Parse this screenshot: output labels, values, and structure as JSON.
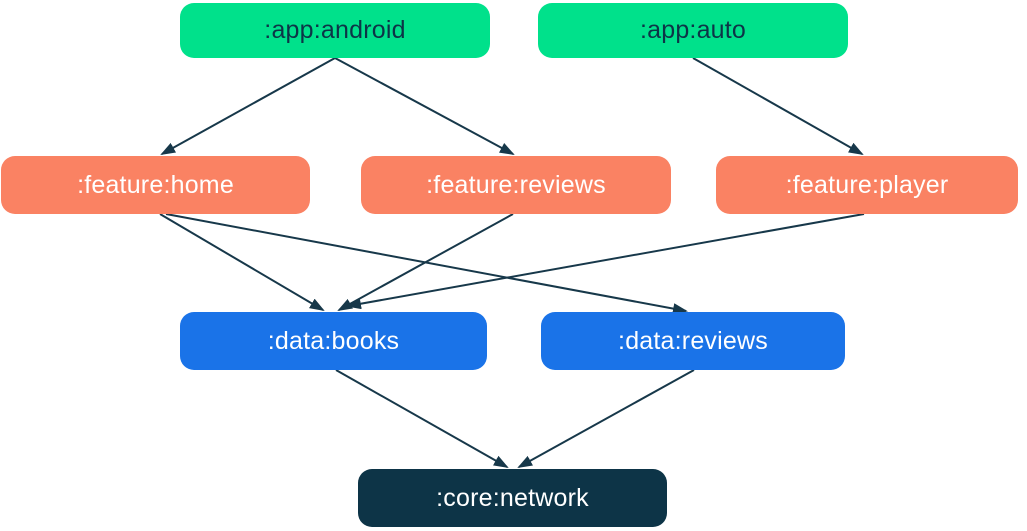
{
  "diagram": {
    "type": "module-dependency-graph",
    "nodes": [
      {
        "id": "app-android",
        "label": ":app:android",
        "group": "app",
        "fill": "#00e18b",
        "text_color": "#0d3447"
      },
      {
        "id": "app-auto",
        "label": ":app:auto",
        "group": "app",
        "fill": "#00e18b",
        "text_color": "#0d3447"
      },
      {
        "id": "feature-home",
        "label": ":feature:home",
        "group": "feature",
        "fill": "#fa8263",
        "text_color": "#ffffff"
      },
      {
        "id": "feature-reviews",
        "label": ":feature:reviews",
        "group": "feature",
        "fill": "#fa8263",
        "text_color": "#ffffff"
      },
      {
        "id": "feature-player",
        "label": ":feature:player",
        "group": "feature",
        "fill": "#fa8263",
        "text_color": "#ffffff"
      },
      {
        "id": "data-books",
        "label": ":data:books",
        "group": "data",
        "fill": "#1a73e8",
        "text_color": "#ffffff"
      },
      {
        "id": "data-reviews",
        "label": ":data:reviews",
        "group": "data",
        "fill": "#1a73e8",
        "text_color": "#ffffff"
      },
      {
        "id": "core-network",
        "label": ":core:network",
        "group": "core",
        "fill": "#0d3447",
        "text_color": "#ffffff"
      }
    ],
    "edges": [
      {
        "from": "app-android",
        "to": "feature-home"
      },
      {
        "from": "app-android",
        "to": "feature-reviews"
      },
      {
        "from": "app-auto",
        "to": "feature-player"
      },
      {
        "from": "feature-home",
        "to": "data-books"
      },
      {
        "from": "feature-home",
        "to": "data-reviews"
      },
      {
        "from": "feature-reviews",
        "to": "data-books"
      },
      {
        "from": "feature-player",
        "to": "data-books"
      },
      {
        "from": "data-books",
        "to": "core-network"
      },
      {
        "from": "data-reviews",
        "to": "core-network"
      }
    ],
    "edge_color": "#17384a",
    "background_color": "#ffffff"
  }
}
